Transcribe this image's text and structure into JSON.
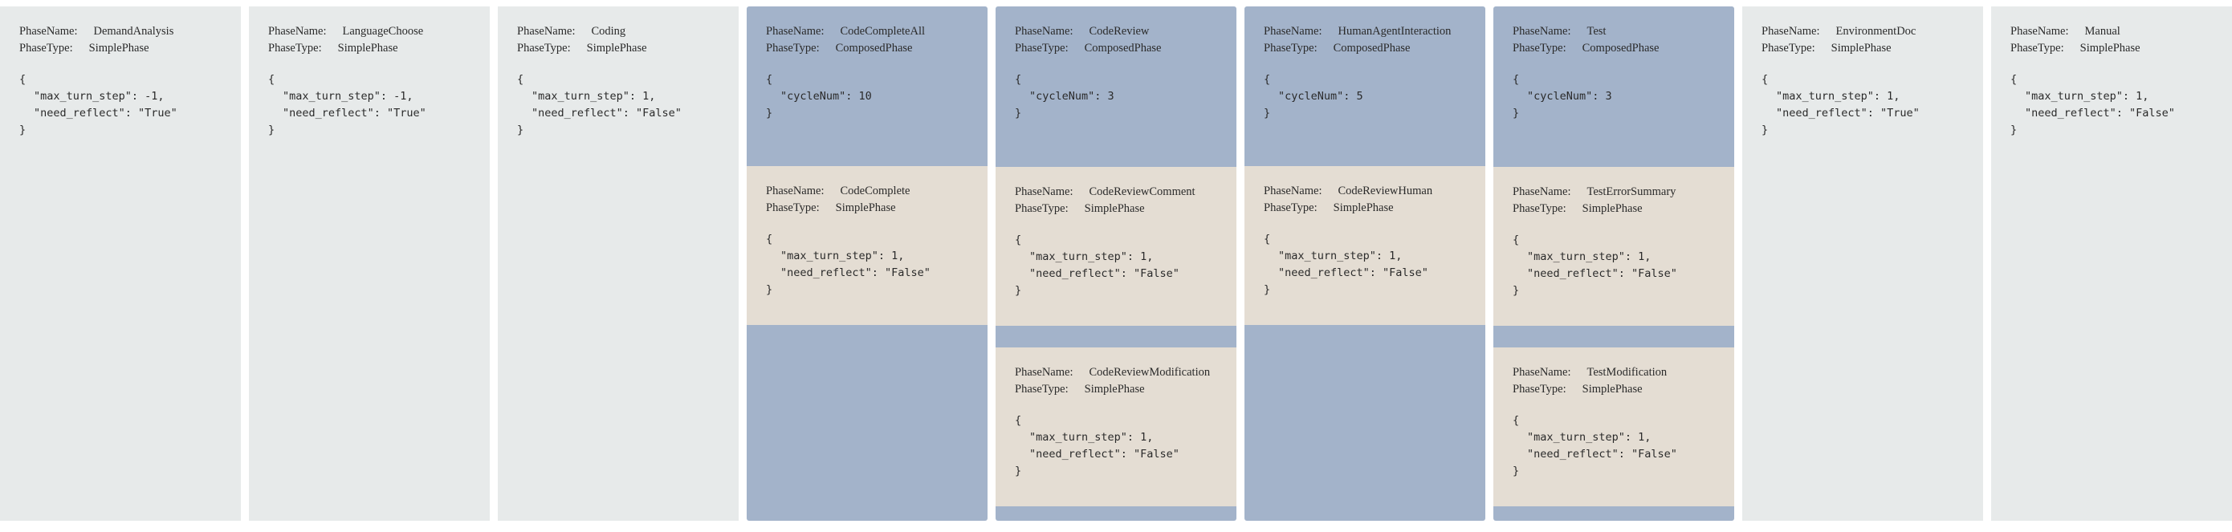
{
  "colors": {
    "simple": "#e7eaea",
    "composed": "#a3b3ca",
    "sub": "#e4ddd3"
  },
  "labels": {
    "name": "PhaseName:",
    "type": "PhaseType:"
  },
  "phases": [
    {
      "name": "DemandAnalysis",
      "type": "SimplePhase",
      "config": [
        "{",
        "\"max_turn_step\": -1,",
        "\"need_reflect\": \"True\"",
        "}"
      ]
    },
    {
      "name": "LanguageChoose",
      "type": "SimplePhase",
      "config": [
        "{",
        "\"max_turn_step\": -1,",
        "\"need_reflect\": \"True\"",
        "}"
      ]
    },
    {
      "name": "Coding",
      "type": "SimplePhase",
      "config": [
        "{",
        "\"max_turn_step\": 1,",
        "\"need_reflect\": \"False\"",
        "}"
      ]
    },
    {
      "name": "CodeCompleteAll",
      "type": "ComposedPhase",
      "config": [
        "{",
        "\"cycleNum\": 10",
        "}"
      ],
      "sub_phases": [
        {
          "name": "CodeComplete",
          "type": "SimplePhase",
          "config": [
            "{",
            "\"max_turn_step\": 1,",
            "\"need_reflect\": \"False\"",
            "}"
          ]
        }
      ]
    },
    {
      "name": "CodeReview",
      "type": "ComposedPhase",
      "config": [
        "{",
        "\"cycleNum\": 3",
        "}"
      ],
      "sub_phases": [
        {
          "name": "CodeReviewComment",
          "type": "SimplePhase",
          "config": [
            "{",
            "\"max_turn_step\": 1,",
            "\"need_reflect\": \"False\"",
            "}"
          ]
        },
        {
          "name": "CodeReviewModification",
          "type": "SimplePhase",
          "config": [
            "{",
            "\"max_turn_step\": 1,",
            "\"need_reflect\": \"False\"",
            "}"
          ]
        }
      ]
    },
    {
      "name": "HumanAgentInteraction",
      "type": "ComposedPhase",
      "config": [
        "{",
        "\"cycleNum\": 5",
        "}"
      ],
      "sub_phases": [
        {
          "name": "CodeReviewHuman",
          "type": "SimplePhase",
          "config": [
            "{",
            "\"max_turn_step\": 1,",
            "\"need_reflect\": \"False\"",
            "}"
          ]
        }
      ]
    },
    {
      "name": "Test",
      "type": "ComposedPhase",
      "config": [
        "{",
        "\"cycleNum\": 3",
        "}"
      ],
      "sub_phases": [
        {
          "name": "TestErrorSummary",
          "type": "SimplePhase",
          "config": [
            "{",
            "\"max_turn_step\": 1,",
            "\"need_reflect\": \"False\"",
            "}"
          ]
        },
        {
          "name": "TestModification",
          "type": "SimplePhase",
          "config": [
            "{",
            "\"max_turn_step\": 1,",
            "\"need_reflect\": \"False\"",
            "}"
          ]
        }
      ]
    },
    {
      "name": "EnvironmentDoc",
      "type": "SimplePhase",
      "config": [
        "{",
        "\"max_turn_step\": 1,",
        "\"need_reflect\": \"True\"",
        "}"
      ]
    },
    {
      "name": "Manual",
      "type": "SimplePhase",
      "config": [
        "{",
        "\"max_turn_step\": 1,",
        "\"need_reflect\": \"False\"",
        "}"
      ]
    }
  ]
}
